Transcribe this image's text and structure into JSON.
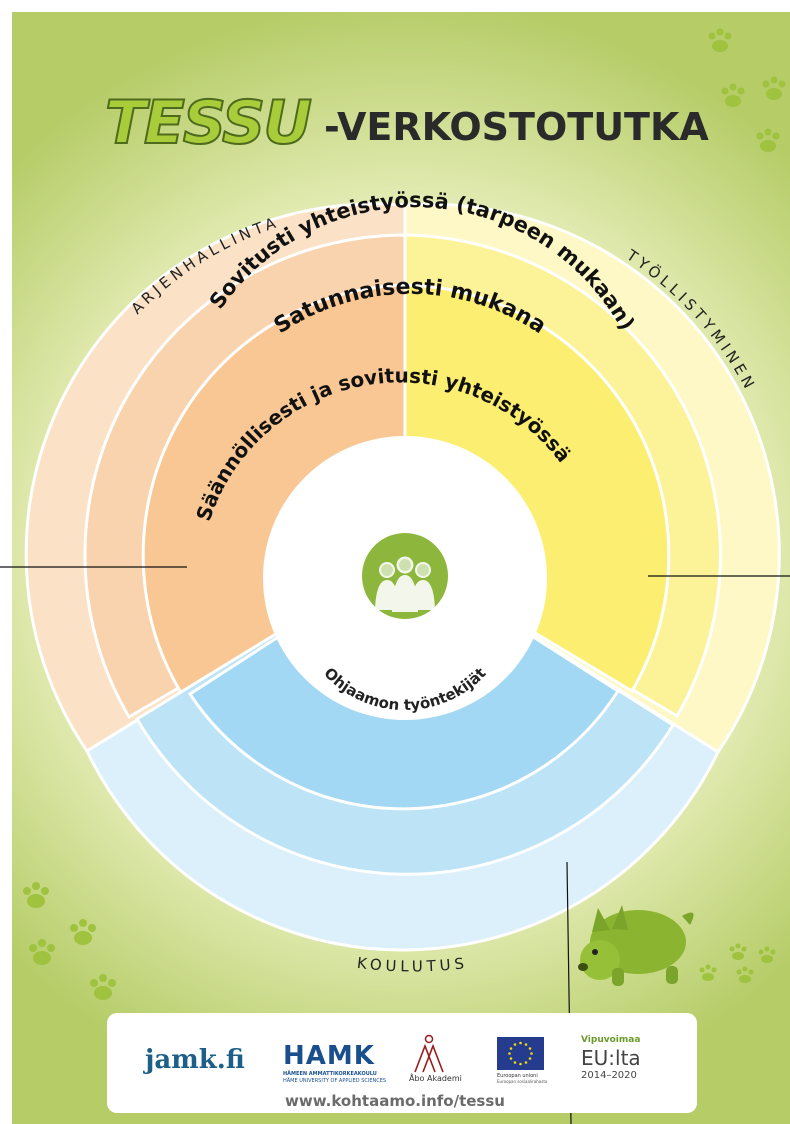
{
  "title": {
    "logo": "TESSU",
    "suffix": "-VERKOSTOTUTKA"
  },
  "sectors": {
    "left": "ARJENHALLINTA",
    "right": "TYÖLLISTYMINEN",
    "bottom": "KOULUTUS"
  },
  "rings": {
    "outer": "Satunnaisesti mukana",
    "middle": "Sovitusti yhteistyössä (tarpeen mukaan)",
    "inner": "Säännöllisesti ja sovitusti yhteistyössä"
  },
  "center": {
    "badge": "ASIAKKAAT",
    "label": "Ohjaamon työntekijät"
  },
  "footer": {
    "jamk": "jamk.fi",
    "hamk": "HAMK",
    "hamk_line1": "HÄMEEN AMMATTIKORKEAKOULU",
    "hamk_line2": "HÄME UNIVERSITY OF APPLIED SCIENCES",
    "abo": "Åbo Akademi",
    "eu_line1": "Euroopan unioni",
    "eu_line2": "Euroopan sosiaalirahasto",
    "vipu_1": "Vipuvoimaa",
    "vipu_2": "EU:lta",
    "vipu_3": "2014–2020",
    "url": "www.kohtaamo.info/tessu"
  },
  "colors": {
    "background_light": "#f7f9e2",
    "background_dark": "#b9cf6c",
    "orange_outer": "#fbe1c6",
    "orange_mid": "#f9d3ad",
    "orange_inner": "#f8c794",
    "yellow_outer": "#fdf8c6",
    "yellow_mid": "#fcf398",
    "yellow_inner": "#fbee70",
    "blue_outer": "#dbf0fb",
    "blue_mid": "#bde3f6",
    "blue_inner": "#a2d8f3",
    "green": "#8cb63c",
    "logo_green": "#a9cc3a"
  }
}
